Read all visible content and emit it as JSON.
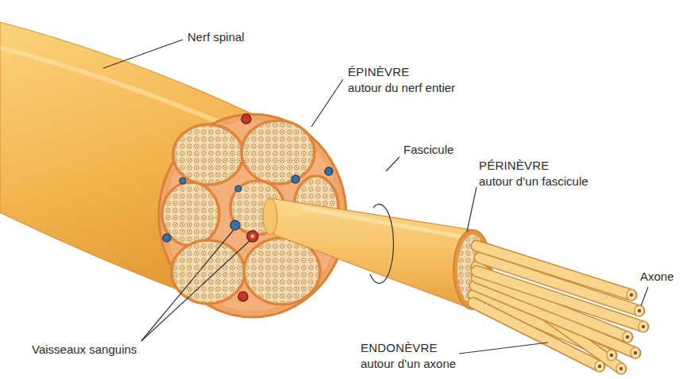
{
  "diagram": {
    "labels": [
      "Nerf spinal",
      "ÉPINÈVRE",
      "autour du nerf entier",
      "Fascicule",
      "PÉRINÈVRE",
      "autour d’un fascicule",
      "Axone",
      "Vaisseaux sanguins",
      "ENDONÈVRE",
      "autour d’un axone"
    ]
  }
}
